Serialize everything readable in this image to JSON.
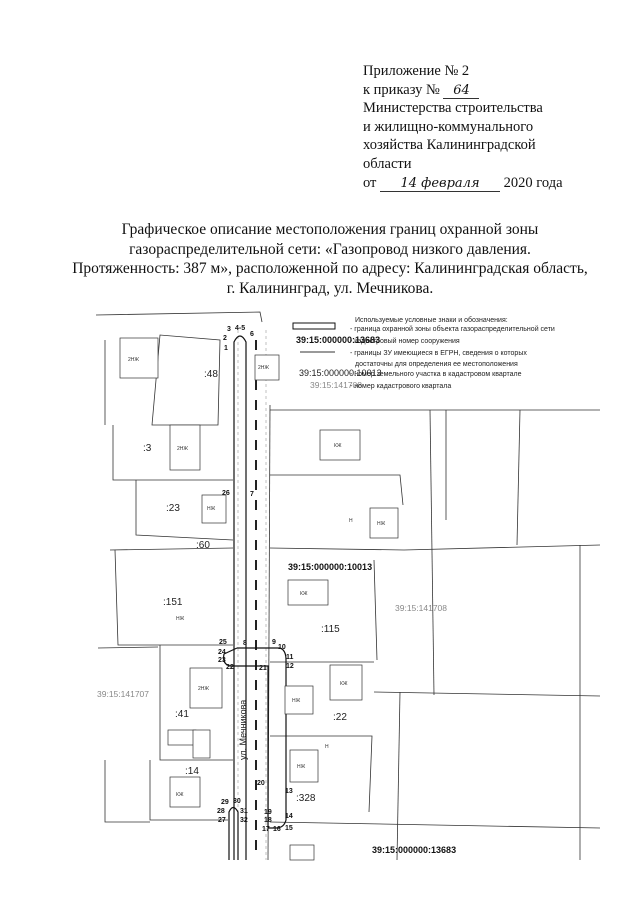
{
  "appendix": {
    "line1": "Приложение № 2",
    "line2_prefix": "к приказу №",
    "order_number": "64",
    "line3": "Министерства строительства",
    "line4": "и жилищно-коммунального",
    "line5": "хозяйства Калининградской",
    "line6": "области",
    "date_prefix": "от",
    "date_handwritten": "14 февраля",
    "date_suffix": "2020 года"
  },
  "title": {
    "line1": "Графическое описание местоположения границ охранной зоны",
    "line2": "газораспределительной сети: «Газопровод низкого давления.",
    "line3": "Протяженность: 387 м», расположенной по адресу: Калининградская область,",
    "line4": "г. Калининград, ул. Мечникова."
  },
  "legend": {
    "heading": "Используемые  условные знаки и обозначения:",
    "items": [
      {
        "symbol": "",
        "text": "- граница охранной зоны объекта газораспределительной сети"
      },
      {
        "symbol": "39:15:000000:13683",
        "text": "- кадастровый номер сооружения"
      },
      {
        "symbol": "",
        "text": "- границы ЗУ имеющиеся в ЕГРН, сведения о которых"
      },
      {
        "symbol": "",
        "text": "достаточны для определения ее местоположения"
      },
      {
        "symbol": "39:15:000000:10013",
        "text": "- номер земельного участка в кадастровом квартале"
      },
      {
        "symbol": "39:15:141708",
        "text": "- номер кадастрового квартала"
      }
    ]
  },
  "map": {
    "structure_number": "39:15:000000:13683",
    "parcel_10013": "39:15:000000:10013",
    "quarter_141708": "39:15:141708",
    "quarter_141707": "39:15:141707",
    "street": "ул. Мечникова",
    "parcels": [
      ":48",
      ":3",
      ":23",
      ":60",
      ":151",
      ":115",
      ":41",
      ":22",
      ":14",
      ":328"
    ],
    "points": [
      "1",
      "2",
      "3",
      "4-5",
      "6",
      "7",
      "26",
      "8",
      "9",
      "10",
      "11",
      "12",
      "21",
      "22",
      "23",
      "24",
      "25",
      "20",
      "13",
      "19",
      "18",
      "17",
      "16",
      "15",
      "14",
      "29",
      "30",
      "28",
      "31",
      "27",
      "32"
    ],
    "buildings": [
      "2НЖ",
      "2НЖ",
      "2НЖ",
      "НЖ",
      "КЖ",
      "НЖ",
      "Н",
      "КЖ",
      "НЖ",
      "2НЖ",
      "НЖ",
      "КЖ",
      "НЖ",
      "КЖ",
      "Н"
    ]
  }
}
